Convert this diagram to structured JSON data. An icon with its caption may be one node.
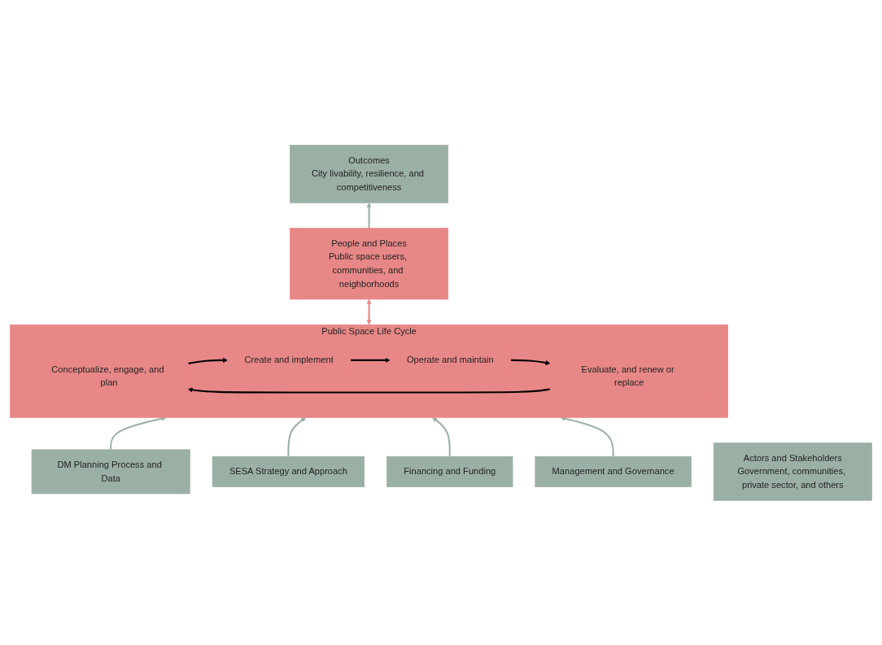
{
  "diagram": {
    "nodes": [
      {
        "text": [
          "Outcomes",
          "City livability, resilience, and competitiveness"
        ]
      },
      {
        "text": [
          "People and Places",
          "Public space users, communities, and neighborhoods"
        ]
      },
      {
        "text": [
          "Public Space Life Cycle"
        ]
      },
      {
        "text": [
          "Conceptualize, engage, and plan"
        ],
        "in": 2
      },
      {
        "text": [
          "Create and implement"
        ],
        "in": 2
      },
      {
        "text": [
          "Operate and maintain"
        ],
        "in": 2
      },
      {
        "text": [
          "Evaluate, and renew or replace"
        ],
        "in": 2
      },
      {
        "text": [
          "DM Planning Process and Data"
        ]
      },
      {
        "text": [
          "SESA Strategy and Approach"
        ]
      },
      {
        "text": [
          "Financing and Funding"
        ]
      },
      {
        "text": [
          "Management and Governance"
        ]
      },
      {
        "text": [
          "Actors and Stakeholders",
          "Government, communities, private sector, and others"
        ]
      }
    ],
    "edges": [
      {
        "from": 1,
        "to": 0,
        "arrow": "to"
      },
      {
        "from": 2,
        "to": 1,
        "arrow": "both",
        "color": "#e88787"
      },
      {
        "from": 3,
        "to": 4,
        "arrow": "to",
        "color": "#000000"
      },
      {
        "from": 4,
        "to": 5,
        "arrow": "to",
        "color": "#000000"
      },
      {
        "from": 5,
        "to": 6,
        "arrow": "to",
        "color": "#000000"
      },
      {
        "from": 6,
        "to": 3,
        "arrow": "to",
        "color": "#000000"
      },
      {
        "from": 7,
        "to": 2,
        "arrow": "to"
      },
      {
        "from": 8,
        "to": 2,
        "arrow": "to"
      },
      {
        "from": 9,
        "to": 2,
        "arrow": "to"
      },
      {
        "from": 10,
        "to": 2,
        "arrow": "to"
      }
    ]
  }
}
